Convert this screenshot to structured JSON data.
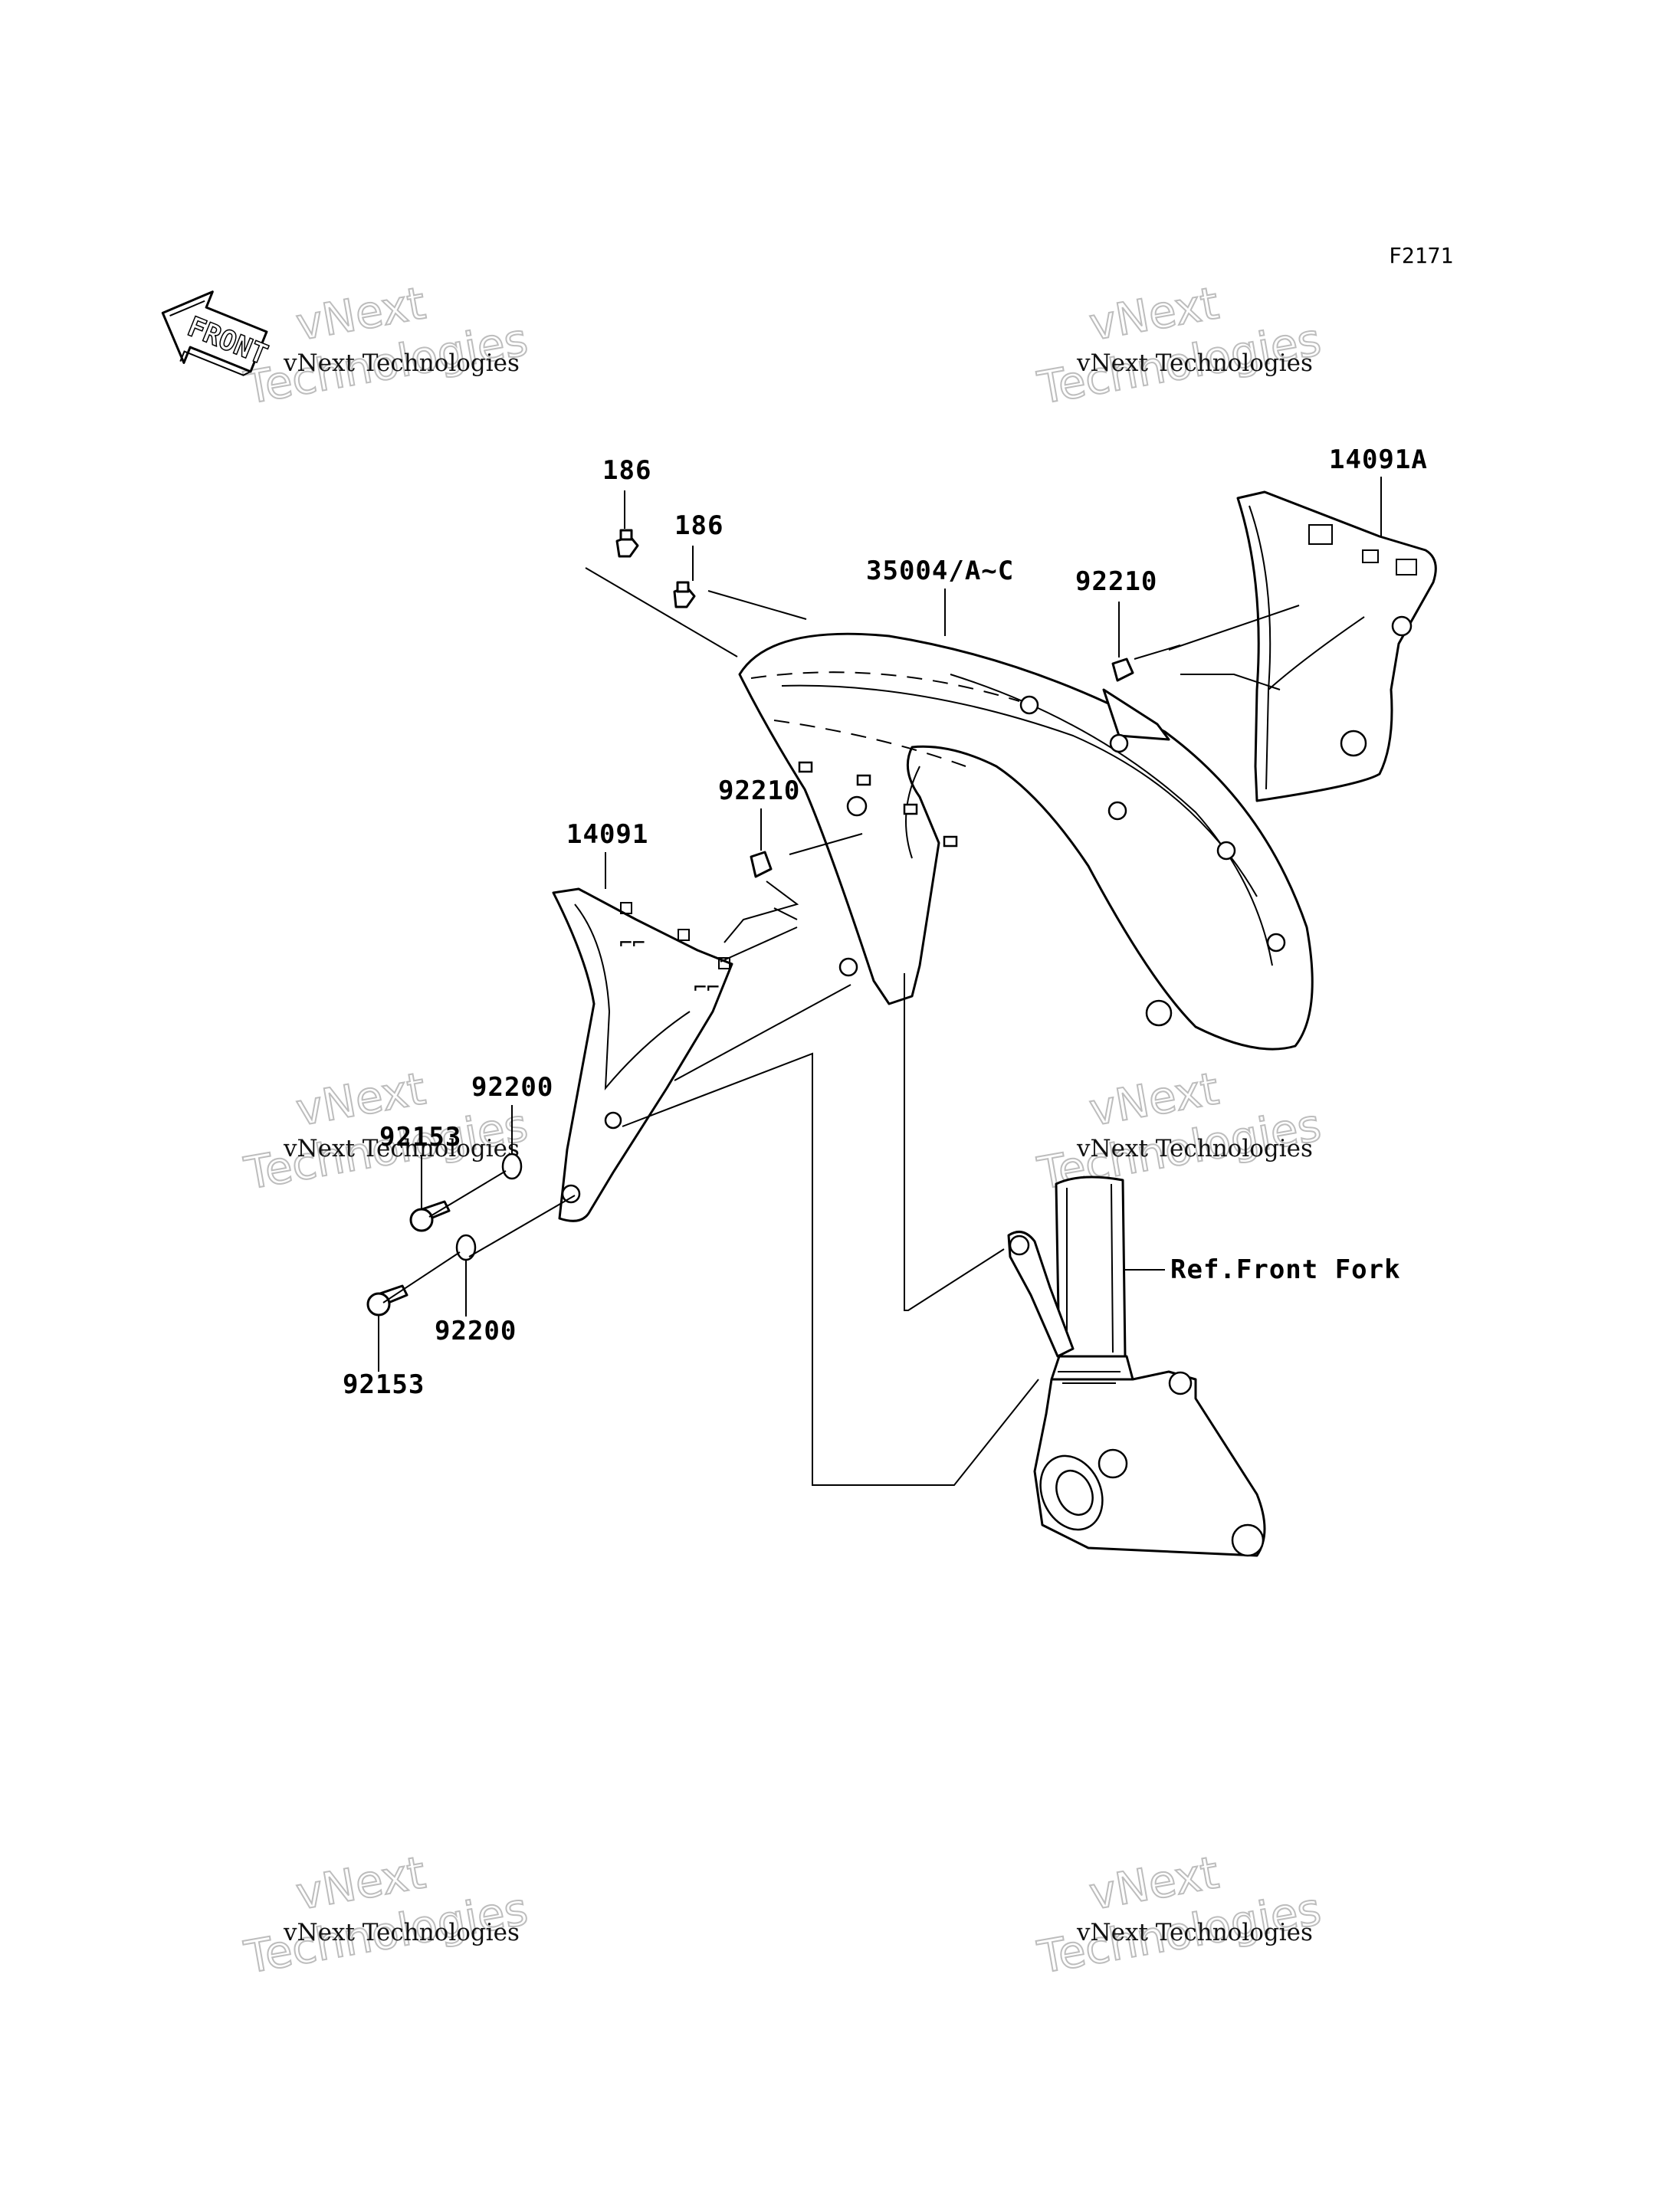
{
  "diagram": {
    "code": "F2171",
    "front_label": "FRONT",
    "reference": "Ref.Front Fork"
  },
  "parts": [
    {
      "id": "p186a",
      "number": "186"
    },
    {
      "id": "p186b",
      "number": "186"
    },
    {
      "id": "p35004",
      "number": "35004/A~C"
    },
    {
      "id": "p92210a",
      "number": "92210"
    },
    {
      "id": "p14091A",
      "number": "14091A"
    },
    {
      "id": "p92210b",
      "number": "92210"
    },
    {
      "id": "p14091",
      "number": "14091"
    },
    {
      "id": "p92200a",
      "number": "92200"
    },
    {
      "id": "p92153a",
      "number": "92153"
    },
    {
      "id": "p92200b",
      "number": "92200"
    },
    {
      "id": "p92153b",
      "number": "92153"
    }
  ],
  "watermark": {
    "line1": "vNext",
    "line2": "vNext Technologies",
    "line3": "Technologies"
  }
}
